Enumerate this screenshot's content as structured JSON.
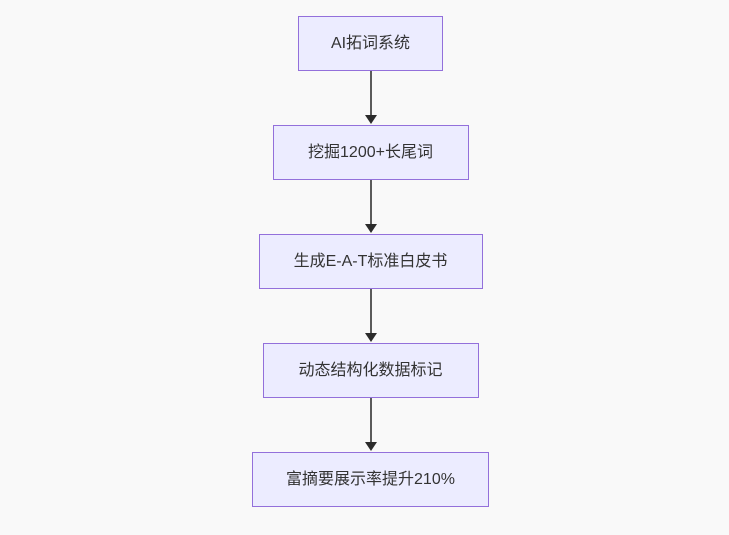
{
  "flowchart": {
    "direction": "top-down",
    "nodes": [
      {
        "id": "node-1",
        "label": "AI拓词系统"
      },
      {
        "id": "node-2",
        "label": "挖掘1200+长尾词"
      },
      {
        "id": "node-3",
        "label": "生成E-A-T标准白皮书"
      },
      {
        "id": "node-4",
        "label": "动态结构化数据标记"
      },
      {
        "id": "node-5",
        "label": "富摘要展示率提升210%"
      }
    ],
    "edges": [
      {
        "from": "node-1",
        "to": "node-2"
      },
      {
        "from": "node-2",
        "to": "node-3"
      },
      {
        "from": "node-3",
        "to": "node-4"
      },
      {
        "from": "node-4",
        "to": "node-5"
      }
    ],
    "colors": {
      "background": "#f9f9f9",
      "node_fill": "#ECECFF",
      "node_border": "#9370DB",
      "text": "#333333",
      "arrow_line": "#5b5b5b",
      "arrow_head": "#2b2b2b"
    }
  }
}
